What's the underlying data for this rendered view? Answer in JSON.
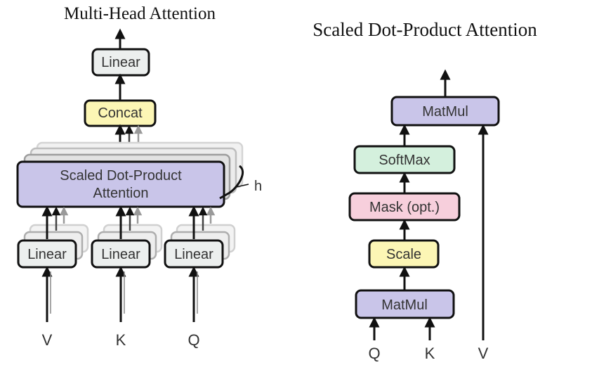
{
  "titles": {
    "multi_head": "Multi-Head Attention",
    "scaled_dot": "Scaled Dot-Product Attention"
  },
  "multi_head": {
    "linear_top": "Linear",
    "concat": "Concat",
    "sdpa_line1": "Scaled Dot-Product",
    "sdpa_line2": "Attention",
    "h_label": "h",
    "linear_v": "Linear",
    "linear_k": "Linear",
    "linear_q": "Linear",
    "input_v": "V",
    "input_k": "K",
    "input_q": "Q"
  },
  "scaled_dot": {
    "matmul_top": "MatMul",
    "softmax": "SoftMax",
    "mask": "Mask (opt.)",
    "scale": "Scale",
    "matmul_bottom": "MatMul",
    "input_q": "Q",
    "input_k": "K",
    "input_v": "V"
  },
  "colors": {
    "linear_fill": "#ecefee",
    "concat_fill": "#fcf6b5",
    "sdpa_fill": "#c9c5e9",
    "matmul_fill": "#c9c5e9",
    "softmax_fill": "#d4f0dd",
    "mask_fill": "#f7cfdc",
    "scale_fill": "#fcf6b5",
    "stroke": "#111111"
  }
}
